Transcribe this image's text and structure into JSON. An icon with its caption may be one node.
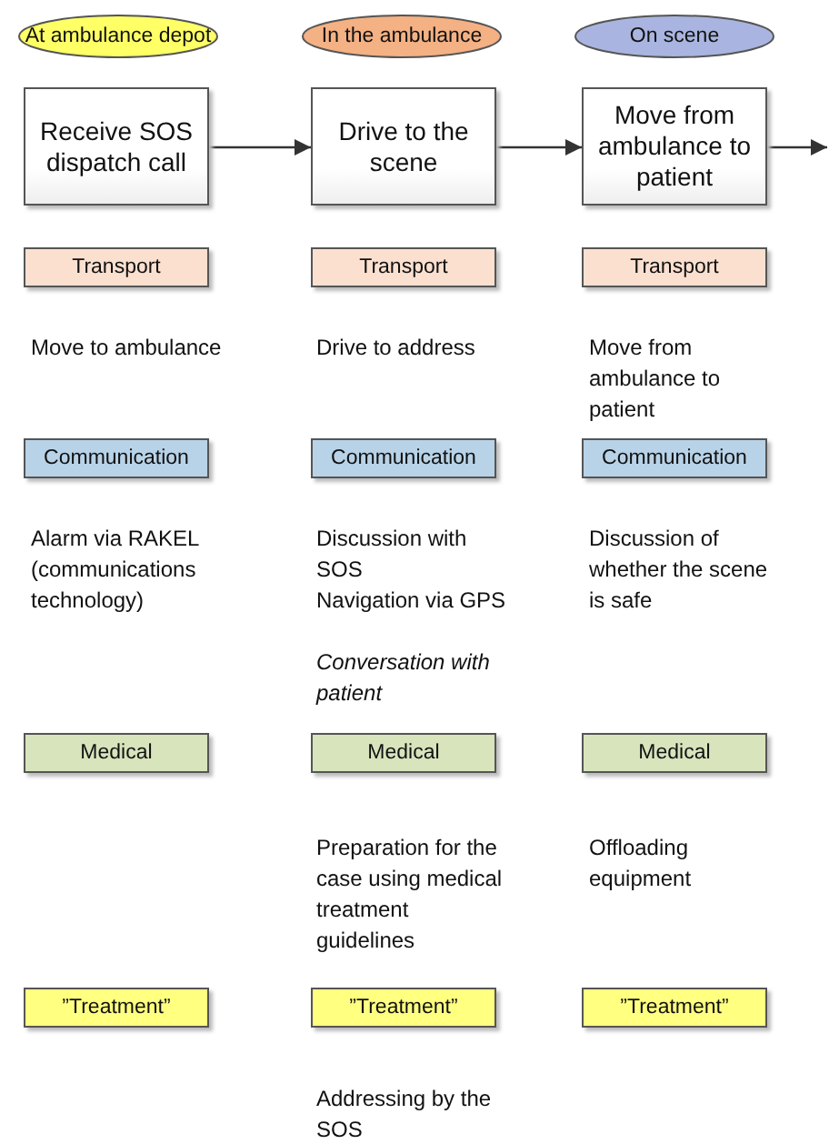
{
  "diagram": {
    "nodes": [
      {
        "text": [
          "At ambulance depot"
        ]
      },
      {
        "text": [
          "In the ambulance"
        ]
      },
      {
        "text": [
          "On scene"
        ]
      },
      {
        "text": [
          "Receive SOS dispatch call"
        ]
      },
      {
        "text": [
          "Drive to the scene"
        ]
      },
      {
        "text": [
          "Move from ambulance to patient"
        ]
      },
      {
        "text": [
          "Transport"
        ]
      },
      {
        "text": [
          "Transport"
        ]
      },
      {
        "text": [
          "Transport"
        ]
      },
      {
        "text": [
          "Communication"
        ]
      },
      {
        "text": [
          "Communication"
        ]
      },
      {
        "text": [
          "Communication"
        ]
      },
      {
        "text": [
          "Medical"
        ]
      },
      {
        "text": [
          "Medical"
        ]
      },
      {
        "text": [
          "Medical"
        ]
      },
      {
        "text": [
          "”Treatment”"
        ]
      },
      {
        "text": [
          "”Treatment”"
        ]
      },
      {
        "text": [
          "”Treatment”"
        ]
      }
    ],
    "edges": [
      {
        "from": 3,
        "to": 4,
        "arrow": "to"
      },
      {
        "from": 4,
        "to": 5,
        "arrow": "to"
      },
      {
        "from": 5,
        "to": null,
        "arrow": "to"
      }
    ],
    "labels": [
      "Move to ambulance",
      "Drive to address",
      "Move from ambulance to patient",
      "Alarm via RAKEL (communications technology)",
      "Discussion with SOS",
      "Navigation via GPS",
      "Conversation with patient",
      "Discussion of whether the scene is safe",
      "Preparation for the case using medical treatment guidelines",
      "Offloading equipment",
      "Addressing by the SOS"
    ]
  }
}
